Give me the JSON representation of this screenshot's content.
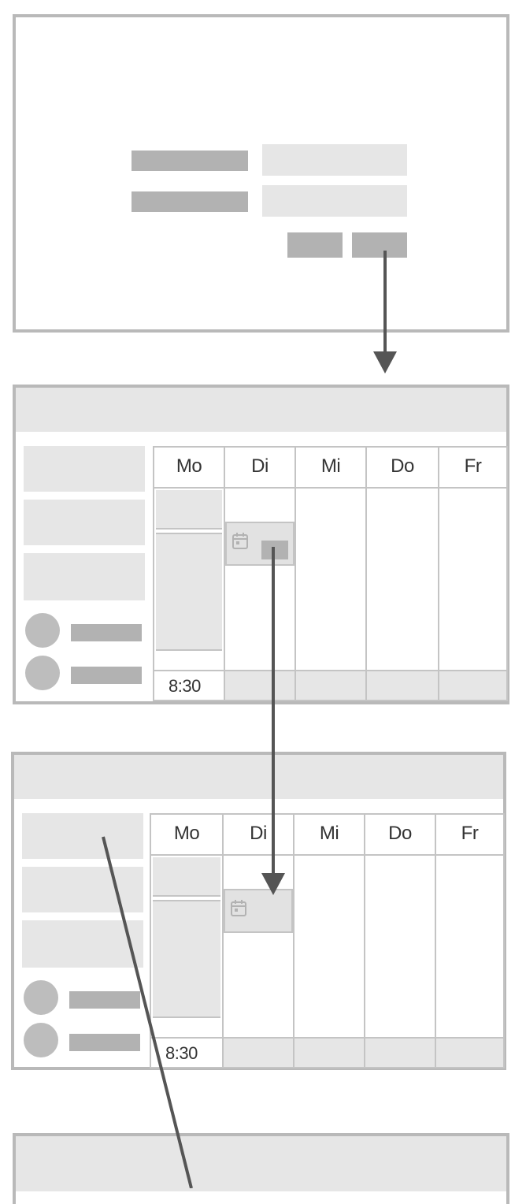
{
  "calendar": {
    "days": [
      "Mo",
      "Di",
      "Mi",
      "Do",
      "Fr"
    ],
    "time_label": "8:30"
  },
  "colors": {
    "frame_border": "#b9b9b9",
    "placeholder_dark": "#b2b2b2",
    "placeholder_light": "#e6e6e6",
    "arrow": "#555555",
    "text": "#333333"
  },
  "icons": {
    "event": "calendar-icon"
  }
}
